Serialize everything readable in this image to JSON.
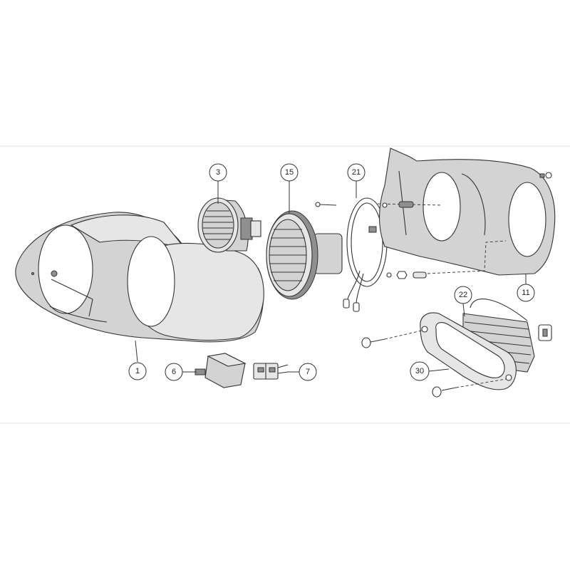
{
  "callouts": {
    "c1": "1",
    "c3": "3",
    "c6": "6",
    "c7": "7",
    "c11": "11",
    "c15": "15",
    "c21": "21",
    "c22": "22",
    "c30": "30"
  }
}
